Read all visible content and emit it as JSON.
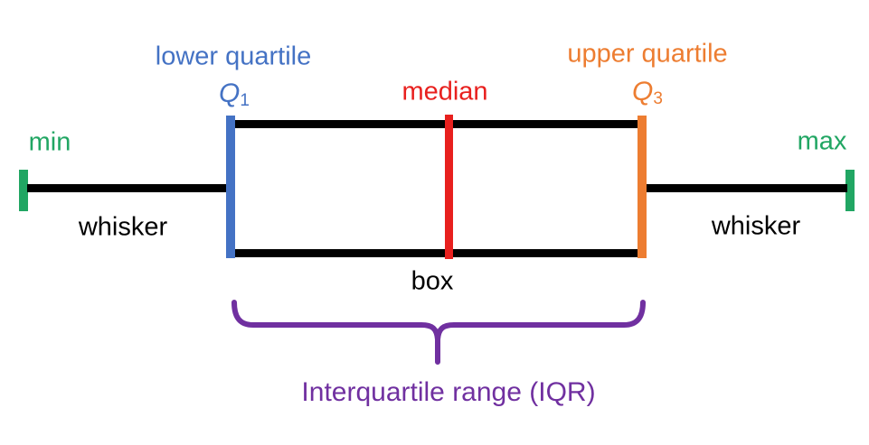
{
  "diagram": {
    "type": "boxplot-anatomy",
    "labels": {
      "lower_quartile": "lower quartile",
      "q1_letter": "Q",
      "q1_sub": "1",
      "median": "median",
      "upper_quartile": "upper quartile",
      "q3_letter": "Q",
      "q3_sub": "3",
      "min": "min",
      "max": "max",
      "whisker_left": "whisker",
      "whisker_right": "whisker",
      "box": "box",
      "iqr": "Interquartile range (IQR)"
    },
    "colors": {
      "lower_quartile_blue": "#4472C4",
      "upper_quartile_orange": "#ED7D31",
      "median_red": "#E8201E",
      "min_max_green": "#21A663",
      "iqr_purple": "#7030A0",
      "whisker_black": "#000000",
      "background": "#FFFFFF"
    }
  }
}
